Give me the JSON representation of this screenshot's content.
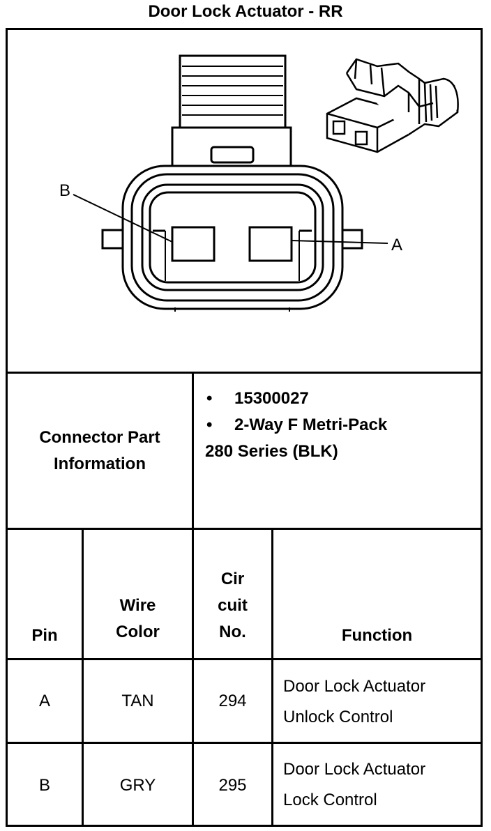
{
  "title": "Door Lock Actuator - RR",
  "diagram": {
    "label_b": "B",
    "label_a": "A"
  },
  "connector_info": {
    "label_line1": "Connector Part",
    "label_line2": "Information",
    "bullet_symbol": "•",
    "part_number": "15300027",
    "description_line1": "2-Way F Metri-Pack",
    "description_line2": "280 Series (BLK)"
  },
  "table": {
    "headers": {
      "pin": "Pin",
      "wire_color_line1": "Wire",
      "wire_color_line2": "Color",
      "circuit_line1": "Cir",
      "circuit_line2": "cuit",
      "circuit_line3": "No.",
      "function": "Function"
    },
    "rows": [
      {
        "pin": "A",
        "color": "TAN",
        "circuit": "294",
        "function_line1": "Door Lock Actuator",
        "function_line2": "Unlock Control"
      },
      {
        "pin": "B",
        "color": "GRY",
        "circuit": "295",
        "function_line1": "Door Lock Actuator",
        "function_line2": "Lock Control"
      }
    ]
  }
}
